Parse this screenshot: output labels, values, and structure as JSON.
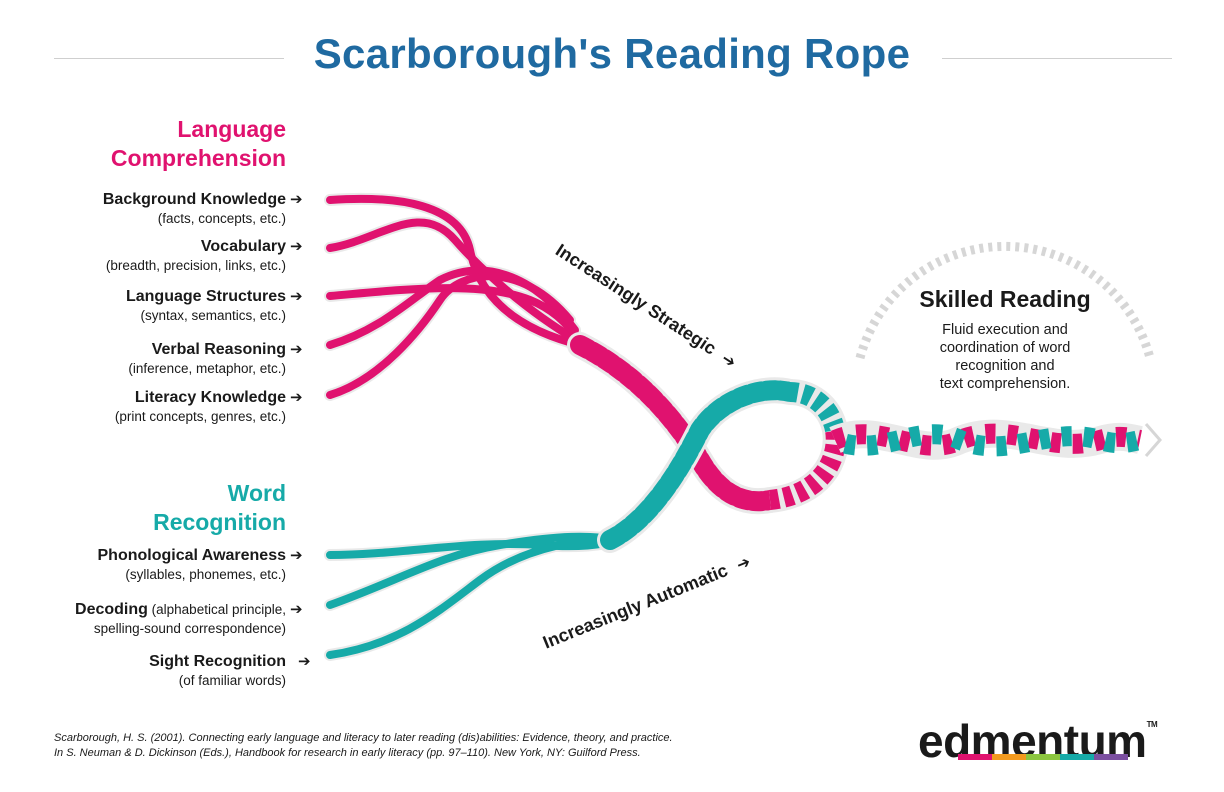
{
  "title": "Scarborough's Reading Rope",
  "language_comprehension": {
    "heading_line1": "Language",
    "heading_line2": "Comprehension",
    "color": "#e0126f",
    "strands": [
      {
        "label": "Background Knowledge",
        "sub": "(facts, concepts, etc.)"
      },
      {
        "label": "Vocabulary",
        "sub": "(breadth, precision, links, etc.)"
      },
      {
        "label": "Language Structures",
        "sub": "(syntax, semantics, etc.)"
      },
      {
        "label": "Verbal Reasoning",
        "sub": "(inference, metaphor, etc.)"
      },
      {
        "label": "Literacy Knowledge",
        "sub": "(print concepts, genres, etc.)"
      }
    ]
  },
  "word_recognition": {
    "heading_line1": "Word",
    "heading_line2": "Recognition",
    "color": "#16aaa8",
    "strands": [
      {
        "label": "Phonological Awareness",
        "sub": "(syllables, phonemes, etc.)"
      },
      {
        "label": "Decoding",
        "inline_sub": " (alphabetical principle,",
        "sub": "spelling-sound correspondence)"
      },
      {
        "label": "Sight Recognition",
        "sub": "(of familiar words)"
      }
    ]
  },
  "increasingly_strategic": "Increasingly Strategic",
  "increasingly_automatic": "Increasingly Automatic",
  "skilled_reading": {
    "title": "Skilled Reading",
    "description_lines": [
      "Fluid execution and",
      "coordination of word",
      "recognition and",
      "text comprehension."
    ]
  },
  "citation": {
    "line1": "Scarborough, H. S. (2001). Connecting early language and literacy to later reading (dis)abilities: Evidence, theory, and practice.",
    "line2": "In S. Neuman & D. Dickinson (Eds.), Handbook for research in early literacy (pp. 97–110). New York, NY: Guilford Press."
  },
  "logo": {
    "text": "edmentum",
    "tm": "TM"
  },
  "arrow_glyph": "➔",
  "colors": {
    "title": "#1f6aa1",
    "pink": "#e0126f",
    "teal": "#16aaa8",
    "gray": "#d6d6d6"
  }
}
